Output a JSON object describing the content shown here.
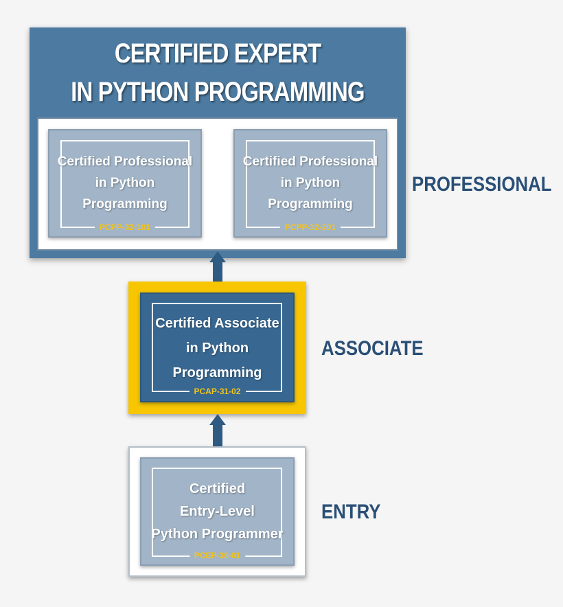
{
  "expert": {
    "title_line1": "CERTIFIED EXPERT",
    "title_line2": "IN PYTHON PROGRAMMING"
  },
  "levels": {
    "professional": "PROFESSIONAL",
    "associate": "ASSOCIATE",
    "entry": "ENTRY"
  },
  "certs": {
    "pcpp1": {
      "line1": "Certified Professional",
      "line2": "in Python",
      "line3": "Programming",
      "code": "PCPP-32-101"
    },
    "pcpp2": {
      "line1": "Certified Professional",
      "line2": "in Python",
      "line3": "Programming",
      "code": "PCPP-32-201"
    },
    "pcap": {
      "line1": "Certified Associate",
      "line2": "in Python",
      "line3": "Programming",
      "code": "PCAP-31-02"
    },
    "pcep": {
      "line1": "Certified",
      "line2": "Entry-Level",
      "line3": "Python Programmer",
      "code": "PCEP-30-01"
    }
  },
  "colors": {
    "expert_bg": "#4c7aa0",
    "card_light": "#a2b5c8",
    "card_dark": "#386892",
    "associate_frame": "#f7c600",
    "code_text": "#f2c31b",
    "level_text": "#2a4f76",
    "arrow": "#2f5b82"
  },
  "icons": [
    "arrow-up-icon",
    "arrow-up-icon"
  ]
}
